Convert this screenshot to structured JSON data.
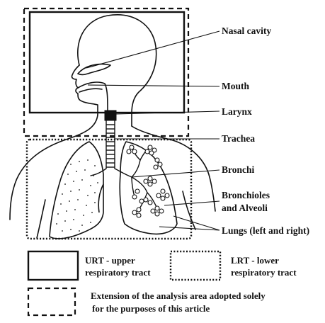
{
  "labels": {
    "nasal_cavity": "Nasal cavity",
    "mouth": "Mouth",
    "larynx": "Larynx",
    "trachea": "Trachea",
    "bronchi": "Bronchi",
    "bronchioles_line1": "Bronchioles",
    "bronchioles_line2": "and Alveoli",
    "lungs": "Lungs (left and right)"
  },
  "legend": {
    "urt_line1": "URT - upper",
    "urt_line2": "respiratory tract",
    "lrt_line1": "LRT - lower",
    "lrt_line2": "respiratory tract",
    "ext_line1": "Extension of the analysis area adopted solely",
    "ext_line2": "for the purposes of this article"
  },
  "colors": {
    "ink": "#111111",
    "background": "#ffffff"
  }
}
